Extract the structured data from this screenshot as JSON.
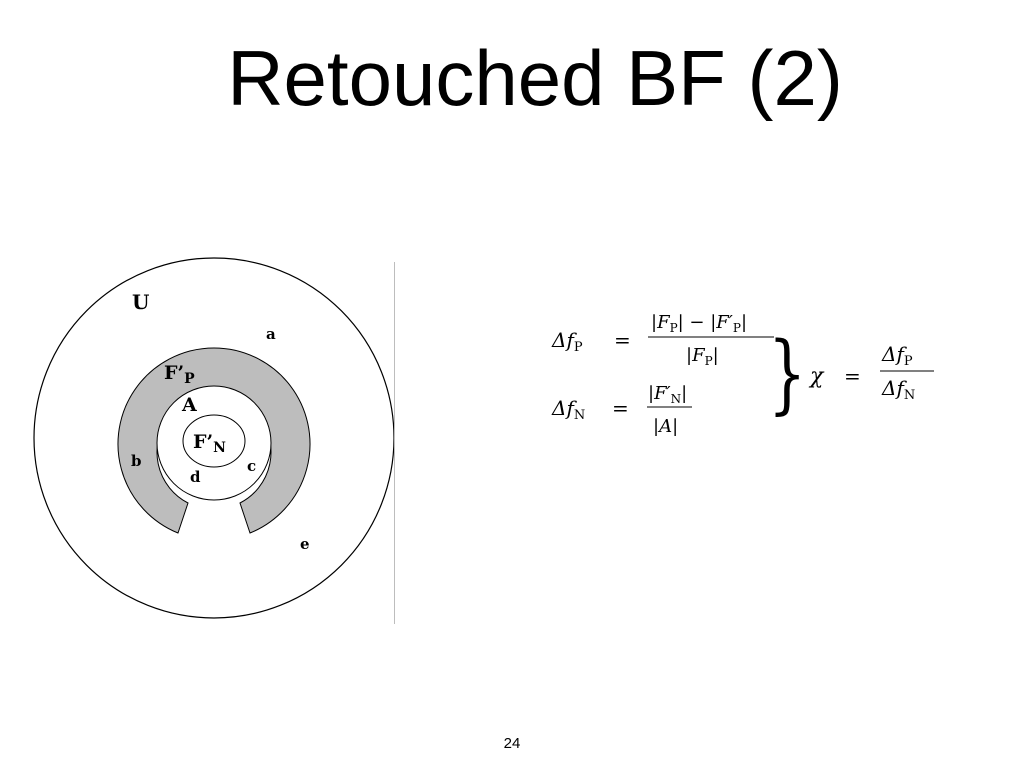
{
  "slide": {
    "title": "Retouched BF (2)",
    "page_number": "24"
  },
  "diagram": {
    "labels": {
      "universe": "U",
      "a": "a",
      "b": "b",
      "c": "c",
      "d": "d",
      "e": "e",
      "fp_base": "F’",
      "fp_sub": "P",
      "a_set": "A",
      "fn_base": "F’",
      "fn_sub": "N"
    },
    "colors": {
      "ring_fill": "#bdbdbd",
      "stroke": "#000000"
    }
  },
  "formulas": {
    "delta_fp_lhs": "Δf",
    "delta_fp_lhs_sub": "P",
    "delta_fp_num": "|F",
    "delta_fp_num_sub": "P",
    "delta_fp_num_mid": "| − |F′",
    "delta_fp_num_sub2": "P",
    "delta_fp_num_end": "|",
    "delta_fp_den": "|F",
    "delta_fp_den_sub": "P",
    "delta_fp_den_end": "|",
    "delta_fn_lhs": "Δf",
    "delta_fn_lhs_sub": "N",
    "delta_fn_num": "|F′",
    "delta_fn_num_sub": "N",
    "delta_fn_num_end": "|",
    "delta_fn_den": "|A|",
    "equals": "=",
    "brace": "}",
    "chi": "χ",
    "chi_num": "Δf",
    "chi_num_sub": "P",
    "chi_den": "Δf",
    "chi_den_sub": "N"
  }
}
